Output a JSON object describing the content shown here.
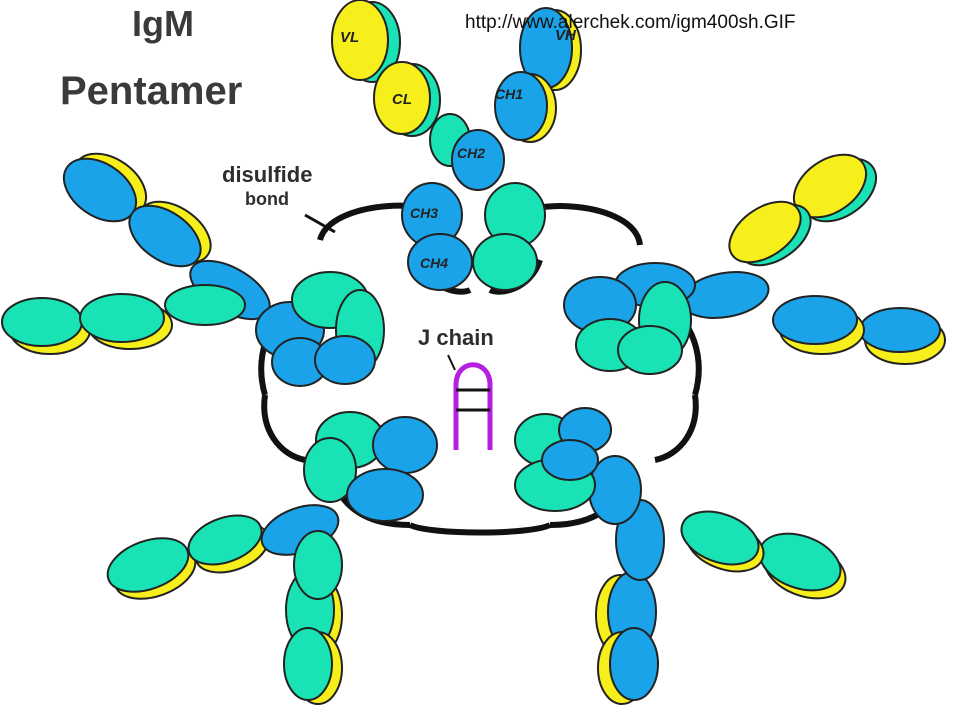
{
  "title": {
    "line1": "IgM",
    "line2": "Pentamer"
  },
  "source_url": "http://www.alerchek.com/igm400sh.GIF",
  "labels": {
    "disulfide_line1": "disulfide",
    "disulfide_line2": "bond",
    "j_chain": "J chain"
  },
  "domains": {
    "vl": "VL",
    "vh": "VH",
    "cl": "CL",
    "ch1": "CH1",
    "ch2": "CH2",
    "ch3": "CH3",
    "ch4": "CH4"
  },
  "colors": {
    "heavy_chain": "#1aa3e8",
    "light_chain_teal": "#19e3b4",
    "light_chain_yellow": "#f7ef1c",
    "outline": "#222222",
    "ring": "#111111",
    "j_chain": "#b51fe0"
  }
}
